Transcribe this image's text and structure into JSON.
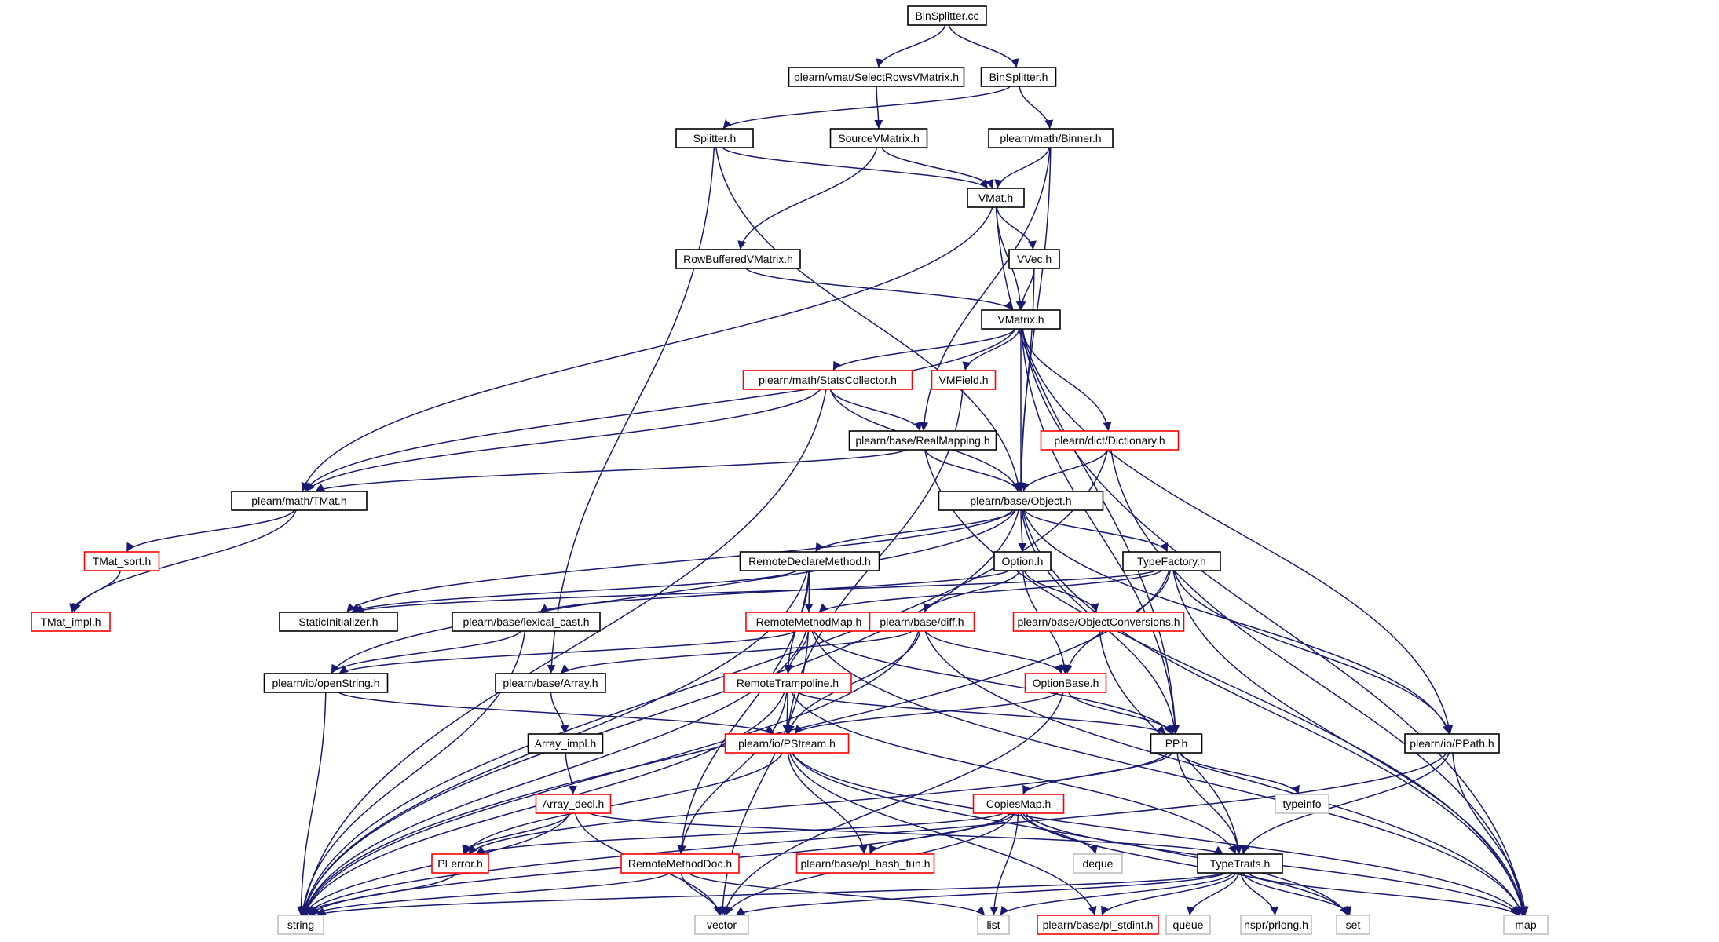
{
  "colors": {
    "edge": "#191970",
    "border_documented": "#000000",
    "border_truncated": "#ff0000",
    "border_external": "#bfbfbf",
    "root_fill": "#bfbfbf"
  },
  "nodes": {
    "n0": {
      "label": "BinSplitter.cc",
      "kind": "root"
    },
    "n1": {
      "label": "plearn/vmat/SelectRowsVMatrix.h",
      "kind": "doc"
    },
    "n2": {
      "label": "BinSplitter.h",
      "kind": "doc"
    },
    "n3": {
      "label": "Splitter.h",
      "kind": "doc"
    },
    "n4": {
      "label": "SourceVMatrix.h",
      "kind": "doc"
    },
    "n5": {
      "label": "plearn/math/Binner.h",
      "kind": "doc"
    },
    "n6": {
      "label": "VMat.h",
      "kind": "doc"
    },
    "n7": {
      "label": "RowBufferedVMatrix.h",
      "kind": "doc"
    },
    "n8": {
      "label": "VVec.h",
      "kind": "doc"
    },
    "n9": {
      "label": "VMatrix.h",
      "kind": "doc"
    },
    "n10": {
      "label": "plearn/math/StatsCollector.h",
      "kind": "trunc"
    },
    "n11": {
      "label": "VMField.h",
      "kind": "trunc"
    },
    "n12": {
      "label": "plearn/base/RealMapping.h",
      "kind": "doc"
    },
    "n13": {
      "label": "plearn/dict/Dictionary.h",
      "kind": "trunc"
    },
    "n14": {
      "label": "plearn/math/TMat.h",
      "kind": "doc"
    },
    "n15": {
      "label": "plearn/base/Object.h",
      "kind": "doc"
    },
    "n16": {
      "label": "TMat_sort.h",
      "kind": "trunc"
    },
    "n17": {
      "label": "TMat_impl.h",
      "kind": "trunc"
    },
    "n18": {
      "label": "RemoteDeclareMethod.h",
      "kind": "doc"
    },
    "n19": {
      "label": "Option.h",
      "kind": "doc"
    },
    "n20": {
      "label": "TypeFactory.h",
      "kind": "doc"
    },
    "n21": {
      "label": "StaticInitializer.h",
      "kind": "doc"
    },
    "n22": {
      "label": "plearn/base/lexical_cast.h",
      "kind": "doc"
    },
    "n23": {
      "label": "RemoteMethodMap.h",
      "kind": "trunc"
    },
    "n24": {
      "label": "plearn/base/diff.h",
      "kind": "trunc"
    },
    "n25": {
      "label": "plearn/base/ObjectConversions.h",
      "kind": "trunc"
    },
    "n26": {
      "label": "plearn/io/openString.h",
      "kind": "doc"
    },
    "n27": {
      "label": "plearn/base/Array.h",
      "kind": "doc"
    },
    "n28": {
      "label": "RemoteTrampoline.h",
      "kind": "trunc"
    },
    "n29": {
      "label": "OptionBase.h",
      "kind": "trunc"
    },
    "n30": {
      "label": "Array_impl.h",
      "kind": "doc"
    },
    "n31": {
      "label": "plearn/io/PStream.h",
      "kind": "trunc"
    },
    "n32": {
      "label": "PP.h",
      "kind": "doc"
    },
    "n33": {
      "label": "plearn/io/PPath.h",
      "kind": "doc"
    },
    "n34": {
      "label": "Array_decl.h",
      "kind": "trunc"
    },
    "n35": {
      "label": "CopiesMap.h",
      "kind": "trunc"
    },
    "n36": {
      "label": "typeinfo",
      "kind": "ext"
    },
    "n37": {
      "label": "PLerror.h",
      "kind": "trunc"
    },
    "n38": {
      "label": "RemoteMethodDoc.h",
      "kind": "trunc"
    },
    "n39": {
      "label": "plearn/base/pl_hash_fun.h",
      "kind": "trunc"
    },
    "n40": {
      "label": "deque",
      "kind": "ext"
    },
    "n41": {
      "label": "TypeTraits.h",
      "kind": "doc"
    },
    "n42": {
      "label": "string",
      "kind": "ext"
    },
    "n43": {
      "label": "vector",
      "kind": "ext"
    },
    "n44": {
      "label": "list",
      "kind": "ext"
    },
    "n45": {
      "label": "plearn/base/pl_stdint.h",
      "kind": "trunc"
    },
    "n46": {
      "label": "queue",
      "kind": "ext"
    },
    "n47": {
      "label": "nspr/prlong.h",
      "kind": "ext"
    },
    "n48": {
      "label": "set",
      "kind": "ext"
    },
    "n49": {
      "label": "map",
      "kind": "ext"
    }
  },
  "edges": [
    [
      "n0",
      "n1"
    ],
    [
      "n0",
      "n2"
    ],
    [
      "n1",
      "n4"
    ],
    [
      "n2",
      "n3"
    ],
    [
      "n2",
      "n5"
    ],
    [
      "n3",
      "n6"
    ],
    [
      "n3",
      "n15"
    ],
    [
      "n3",
      "n27"
    ],
    [
      "n4",
      "n6"
    ],
    [
      "n4",
      "n7"
    ],
    [
      "n5",
      "n6"
    ],
    [
      "n5",
      "n12"
    ],
    [
      "n5",
      "n15"
    ],
    [
      "n6",
      "n8"
    ],
    [
      "n6",
      "n9"
    ],
    [
      "n6",
      "n14"
    ],
    [
      "n6",
      "n32"
    ],
    [
      "n7",
      "n9"
    ],
    [
      "n8",
      "n9"
    ],
    [
      "n8",
      "n15"
    ],
    [
      "n9",
      "n10"
    ],
    [
      "n9",
      "n11"
    ],
    [
      "n9",
      "n13"
    ],
    [
      "n9",
      "n15"
    ],
    [
      "n9",
      "n14"
    ],
    [
      "n9",
      "n32"
    ],
    [
      "n9",
      "n33"
    ],
    [
      "n9",
      "n49"
    ],
    [
      "n10",
      "n12"
    ],
    [
      "n10",
      "n14"
    ],
    [
      "n10",
      "n15"
    ],
    [
      "n10",
      "n42"
    ],
    [
      "n11",
      "n31"
    ],
    [
      "n12",
      "n15"
    ],
    [
      "n12",
      "n14"
    ],
    [
      "n12",
      "n49"
    ],
    [
      "n13",
      "n15"
    ],
    [
      "n13",
      "n42"
    ],
    [
      "n13",
      "n49"
    ],
    [
      "n14",
      "n16"
    ],
    [
      "n14",
      "n17"
    ],
    [
      "n15",
      "n18"
    ],
    [
      "n15",
      "n19"
    ],
    [
      "n15",
      "n20"
    ],
    [
      "n15",
      "n21"
    ],
    [
      "n15",
      "n26"
    ],
    [
      "n15",
      "n32"
    ],
    [
      "n15",
      "n33"
    ],
    [
      "n15",
      "n42"
    ],
    [
      "n15",
      "n49"
    ],
    [
      "n16",
      "n17"
    ],
    [
      "n18",
      "n21"
    ],
    [
      "n18",
      "n23"
    ],
    [
      "n18",
      "n28"
    ],
    [
      "n18",
      "n38"
    ],
    [
      "n18",
      "n42"
    ],
    [
      "n19",
      "n24"
    ],
    [
      "n19",
      "n25"
    ],
    [
      "n19",
      "n29"
    ],
    [
      "n19",
      "n22"
    ],
    [
      "n20",
      "n21"
    ],
    [
      "n20",
      "n23"
    ],
    [
      "n20",
      "n29"
    ],
    [
      "n20",
      "n33"
    ],
    [
      "n20",
      "n42"
    ],
    [
      "n20",
      "n49"
    ],
    [
      "n22",
      "n26"
    ],
    [
      "n22",
      "n42"
    ],
    [
      "n23",
      "n28"
    ],
    [
      "n23",
      "n32"
    ],
    [
      "n23",
      "n26"
    ],
    [
      "n23",
      "n43"
    ],
    [
      "n23",
      "n49"
    ],
    [
      "n23",
      "n42"
    ],
    [
      "n24",
      "n29"
    ],
    [
      "n24",
      "n31"
    ],
    [
      "n24",
      "n49"
    ],
    [
      "n24",
      "n27"
    ],
    [
      "n24",
      "n42"
    ],
    [
      "n25",
      "n41"
    ],
    [
      "n26",
      "n31"
    ],
    [
      "n26",
      "n42"
    ],
    [
      "n27",
      "n30"
    ],
    [
      "n28",
      "n31"
    ],
    [
      "n28",
      "n32"
    ],
    [
      "n28",
      "n38"
    ],
    [
      "n28",
      "n41"
    ],
    [
      "n28",
      "n42"
    ],
    [
      "n29",
      "n31"
    ],
    [
      "n29",
      "n32"
    ],
    [
      "n29",
      "n43"
    ],
    [
      "n30",
      "n34"
    ],
    [
      "n31",
      "n37"
    ],
    [
      "n31",
      "n39"
    ],
    [
      "n31",
      "n45"
    ],
    [
      "n31",
      "n48"
    ],
    [
      "n31",
      "n49"
    ],
    [
      "n32",
      "n35"
    ],
    [
      "n32",
      "n36"
    ],
    [
      "n32",
      "n41"
    ],
    [
      "n32",
      "n37"
    ],
    [
      "n33",
      "n41"
    ],
    [
      "n33",
      "n42"
    ],
    [
      "n33",
      "n49"
    ],
    [
      "n34",
      "n37"
    ],
    [
      "n34",
      "n41"
    ],
    [
      "n34",
      "n42"
    ],
    [
      "n34",
      "n43"
    ],
    [
      "n35",
      "n37"
    ],
    [
      "n35",
      "n39"
    ],
    [
      "n35",
      "n40"
    ],
    [
      "n35",
      "n44"
    ],
    [
      "n35",
      "n42"
    ],
    [
      "n35",
      "n43"
    ],
    [
      "n35",
      "n48"
    ],
    [
      "n35",
      "n49"
    ],
    [
      "n37",
      "n42"
    ],
    [
      "n38",
      "n42"
    ],
    [
      "n38",
      "n43"
    ],
    [
      "n38",
      "n44"
    ],
    [
      "n41",
      "n42"
    ],
    [
      "n41",
      "n43"
    ],
    [
      "n41",
      "n44"
    ],
    [
      "n41",
      "n45"
    ],
    [
      "n41",
      "n46"
    ],
    [
      "n41",
      "n47"
    ],
    [
      "n41",
      "n48"
    ],
    [
      "n41",
      "n49"
    ]
  ]
}
